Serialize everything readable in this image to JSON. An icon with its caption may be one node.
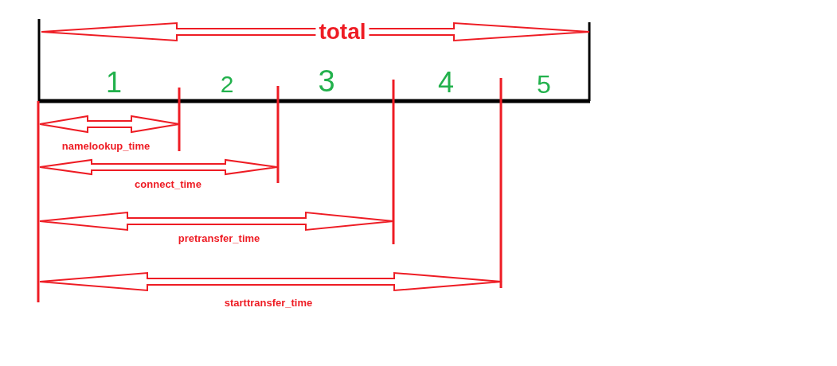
{
  "diagram": {
    "labels": [
      "total",
      "1",
      "2",
      "3",
      "4",
      "5",
      "namelookup_time",
      "connect_time",
      "pretransfer_time",
      "starttransfer_time"
    ]
  }
}
